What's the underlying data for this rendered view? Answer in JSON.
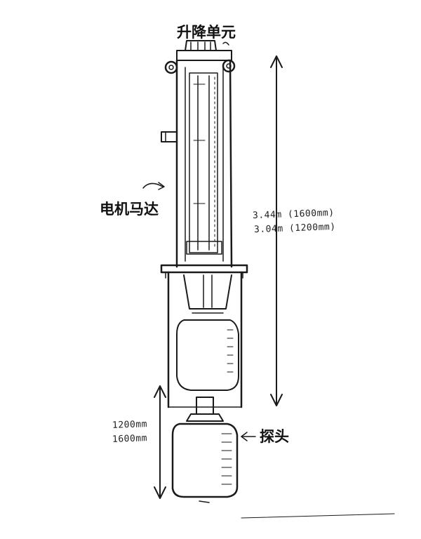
{
  "labels": {
    "title": "升降单元",
    "motor": "电机马达",
    "probe": "探头",
    "height_1": "3.44m (1600mm)",
    "height_2": "3.04m (1200mm)",
    "probe_len_1": "1200mm",
    "probe_len_2": "1600mm"
  },
  "colors": {
    "ink": "#1a1a1a",
    "background": "#ffffff"
  }
}
